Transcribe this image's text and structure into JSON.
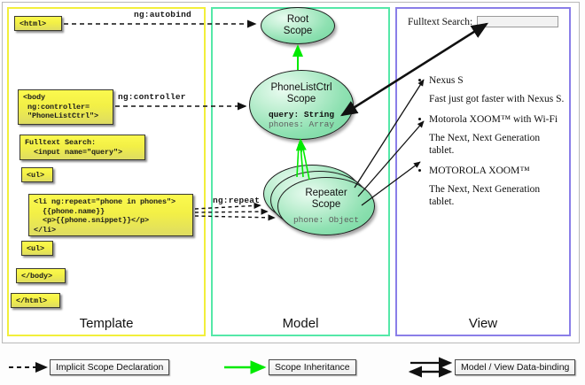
{
  "diagram": {
    "title": "AngularJS Template / Model / View data-binding overview"
  },
  "columns": [
    {
      "id": "template",
      "title": "Template",
      "border_color": "#f2ef3b"
    },
    {
      "id": "model",
      "title": "Model",
      "border_color": "#55e8a8"
    },
    {
      "id": "view",
      "title": "View",
      "border_color": "#8a7ee8"
    }
  ],
  "template": {
    "boxes": [
      {
        "name": "html-open-tag-box",
        "text": "<html>"
      },
      {
        "name": "body-tag-box",
        "text": "<body\n ng:controller=\n \"PhoneListCtrl\">"
      },
      {
        "name": "fulltext-search-box",
        "text": "Fulltext Search:\n  <input name=\"query\">"
      },
      {
        "name": "ul-open-tag-box",
        "text": "<ul>"
      },
      {
        "name": "li-repeat-box",
        "text": "<li ng:repeat=\"phone in phones\">\n  {{phone.name}}\n  <p>{{phone.snippet}}</p>\n</li>"
      },
      {
        "name": "ul-close-tag-box",
        "text": "<ul>"
      },
      {
        "name": "body-close-tag-box",
        "text": "</body>"
      },
      {
        "name": "html-close-tag-box",
        "text": "</html>"
      }
    ]
  },
  "model": {
    "scopes": [
      {
        "name": "root-scope",
        "title": "Root\nScope",
        "title_lines": [
          "Root",
          "Scope"
        ],
        "props": []
      },
      {
        "name": "phonelistctrl-scope",
        "title_lines": [
          "PhoneListCtrl",
          "Scope"
        ],
        "props": [
          {
            "text": "query: String",
            "style": "bold"
          },
          {
            "text": "phones: Array",
            "style": "gray"
          }
        ]
      },
      {
        "name": "repeater-scope",
        "title_lines": [
          "Repeater",
          "Scope"
        ],
        "stacked": 3,
        "props": [
          {
            "text": "phone: Object",
            "style": "gray"
          }
        ]
      }
    ]
  },
  "view": {
    "search": {
      "label": "Fulltext Search:",
      "value": "",
      "placeholder": ""
    },
    "phones": [
      {
        "name": "Nexus S",
        "snippet": "Fast just got faster with Nexus S."
      },
      {
        "name": "Motorola XOOM™  with Wi-Fi",
        "snippet": "The Next, Next Generation tablet."
      },
      {
        "name": "MOTOROLA XOOM™",
        "snippet": "The Next, Next Generation tablet."
      }
    ]
  },
  "edge_labels": [
    {
      "name": "ng-autobind-label",
      "text": "ng:autobind"
    },
    {
      "name": "ng-controller-label",
      "text": "ng:controller"
    },
    {
      "name": "ng-repeat-label",
      "text": "ng:repeat"
    }
  ],
  "legend": {
    "items": [
      {
        "name": "legend-implicit-scope-declaration",
        "label": "Implicit Scope Declaration",
        "arrow": "dashed",
        "color": "#000000"
      },
      {
        "name": "legend-scope-inheritance",
        "label": "Scope Inheritance",
        "arrow": "solid",
        "color": "#00ea00"
      },
      {
        "name": "legend-model-view-data-binding",
        "label": "Model / View Data-binding",
        "arrow": "double-solid",
        "color": "#000000"
      }
    ]
  },
  "colors": {
    "template_border": "#f2ef3b",
    "model_border": "#55e8a8",
    "view_border": "#8a7ee8",
    "code_box_fill": "#f3f046",
    "scope_fill": "#8fe1b2",
    "inheritance_arrow": "#00ea00"
  }
}
